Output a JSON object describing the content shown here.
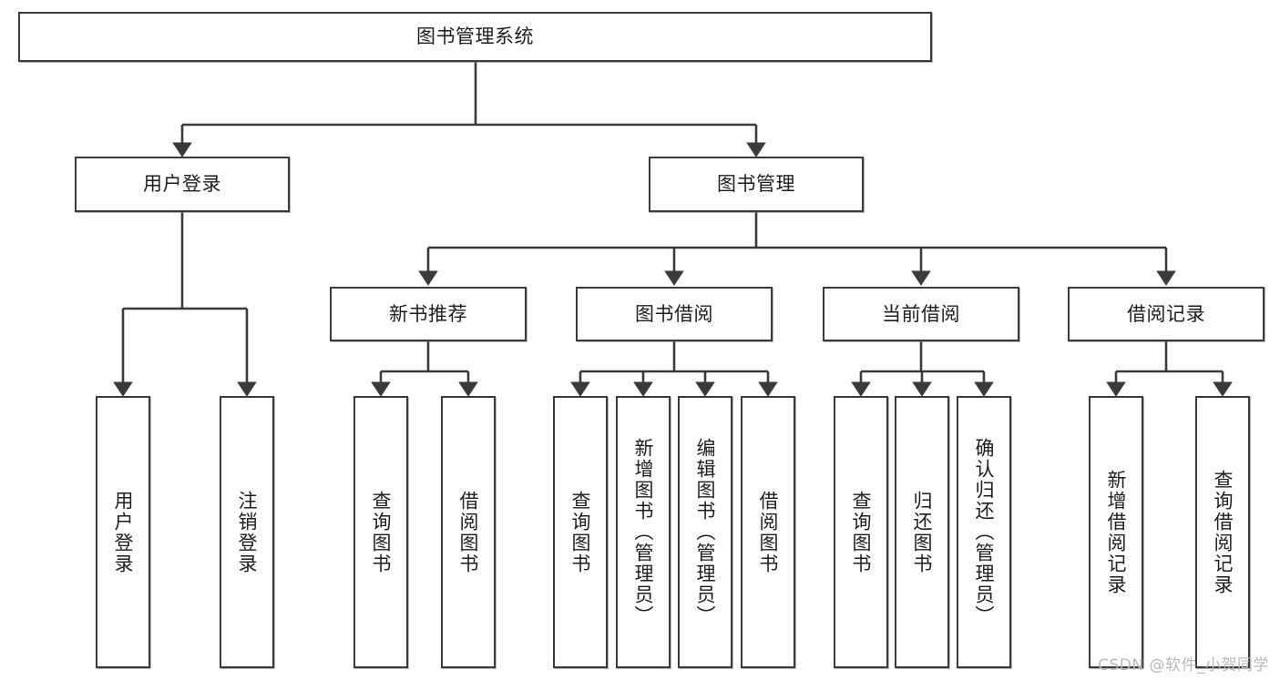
{
  "diagram": {
    "type": "tree-flowchart",
    "title": "图书管理系统",
    "watermark": "CSDN @软件_小贺同学",
    "colors": {
      "box_border": "#3a3a3a",
      "box_fill": "#ffffff",
      "connector": "#3a3a3a",
      "text": "#1d1d1d",
      "watermark": "#b9b9b9"
    },
    "nodes": {
      "root": {
        "label": "图书管理系统",
        "level": 1,
        "orientation": "horizontal"
      },
      "l2": [
        {
          "id": "user-login",
          "label": "用户登录",
          "level": 2,
          "orientation": "horizontal"
        },
        {
          "id": "book-manage",
          "label": "图书管理",
          "level": 2,
          "orientation": "horizontal"
        }
      ],
      "l3": [
        {
          "id": "new-book-rec",
          "label": "新书推荐",
          "level": 3,
          "orientation": "horizontal"
        },
        {
          "id": "book-borrow",
          "label": "图书借阅",
          "level": 3,
          "orientation": "horizontal"
        },
        {
          "id": "current-borrow",
          "label": "当前借阅",
          "level": 3,
          "orientation": "horizontal"
        },
        {
          "id": "borrow-record",
          "label": "借阅记录",
          "level": 3,
          "orientation": "horizontal"
        }
      ],
      "leaves": [
        {
          "id": "leaf-user-login",
          "label": "用户登录",
          "parent": "user-login",
          "orientation": "vertical"
        },
        {
          "id": "leaf-user-logout",
          "label": "注销登录",
          "parent": "user-login",
          "orientation": "vertical"
        },
        {
          "id": "leaf-query-book-1",
          "label": "查询图书",
          "parent": "new-book-rec",
          "orientation": "vertical"
        },
        {
          "id": "leaf-borrow-book-1",
          "label": "借阅图书",
          "parent": "new-book-rec",
          "orientation": "vertical"
        },
        {
          "id": "leaf-query-book-2",
          "label": "查询图书",
          "parent": "book-borrow",
          "orientation": "vertical"
        },
        {
          "id": "leaf-add-book",
          "label": "新增图书（管理员）",
          "parent": "book-borrow",
          "orientation": "vertical"
        },
        {
          "id": "leaf-edit-book",
          "label": "编辑图书（管理员）",
          "parent": "book-borrow",
          "orientation": "vertical"
        },
        {
          "id": "leaf-borrow-book-2",
          "label": "借阅图书",
          "parent": "book-borrow",
          "orientation": "vertical"
        },
        {
          "id": "leaf-query-book-3",
          "label": "查询图书",
          "parent": "current-borrow",
          "orientation": "vertical"
        },
        {
          "id": "leaf-return-book",
          "label": "归还图书",
          "parent": "current-borrow",
          "orientation": "vertical"
        },
        {
          "id": "leaf-confirm-return",
          "label": "确认归还（管理员）",
          "parent": "current-borrow",
          "orientation": "vertical"
        },
        {
          "id": "leaf-add-record",
          "label": "新增借阅记录",
          "parent": "borrow-record",
          "orientation": "vertical"
        },
        {
          "id": "leaf-query-record",
          "label": "查询借阅记录",
          "parent": "borrow-record",
          "orientation": "vertical"
        }
      ]
    }
  }
}
